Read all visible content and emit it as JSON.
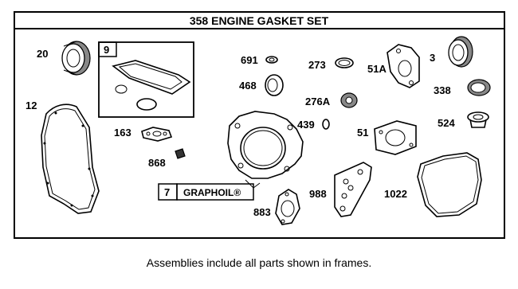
{
  "title": "358 ENGINE GASKET SET",
  "caption": "Assemblies include all parts shown in frames.",
  "frames": [
    {
      "number": "9"
    },
    {
      "number": "7",
      "label": "GRAPHOIL®"
    }
  ],
  "parts": {
    "p20": "20",
    "p9": "9",
    "p12": "12",
    "p163": "163",
    "p868": "868",
    "p691": "691",
    "p468": "468",
    "p273": "273",
    "p276A": "276A",
    "p439": "439",
    "p51A": "51A",
    "p51": "51",
    "p3": "3",
    "p338": "338",
    "p524": "524",
    "p988": "988",
    "p1022": "1022",
    "p883": "883",
    "p7": "7"
  }
}
